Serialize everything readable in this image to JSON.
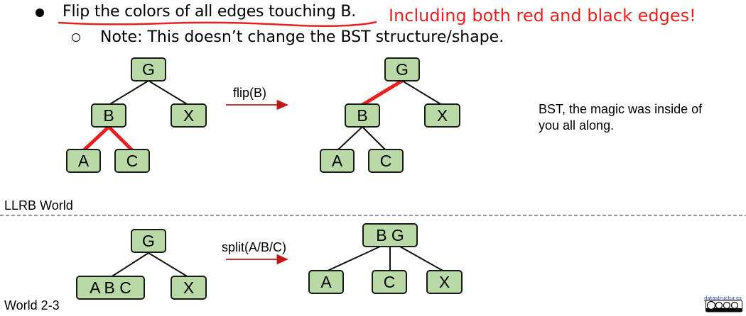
{
  "header": {
    "bullet": "Flip the colors of all edges touching B.",
    "note_red": "Including both red and black edges!",
    "sub_bullet": "Note: This doesn’t change the BST structure/shape."
  },
  "llrb_before": {
    "nodes": {
      "g": "G",
      "b": "B",
      "x": "X",
      "a": "A",
      "c": "C"
    }
  },
  "flip_label": "flip(B)",
  "llrb_after": {
    "nodes": {
      "g": "G",
      "b": "B",
      "x": "X",
      "a": "A",
      "c": "C"
    }
  },
  "side_caption": "BST, the magic was inside of you all along.",
  "llrb_world_label": "LLRB World",
  "tt_before": {
    "nodes": {
      "g": "G",
      "abc": "A B C",
      "x": "X"
    }
  },
  "split_label": "split(A/B/C)",
  "tt_after": {
    "nodes": {
      "bg": "B G",
      "a": "A",
      "c": "C",
      "x": "X"
    }
  },
  "world_23_label": "World 2-3",
  "footer": {
    "site": "datastructur.es"
  },
  "colors": {
    "node_fill": "#b9d9a7",
    "red_link": "#e8211f",
    "arrow": "#c01818",
    "divider": "#555555"
  }
}
